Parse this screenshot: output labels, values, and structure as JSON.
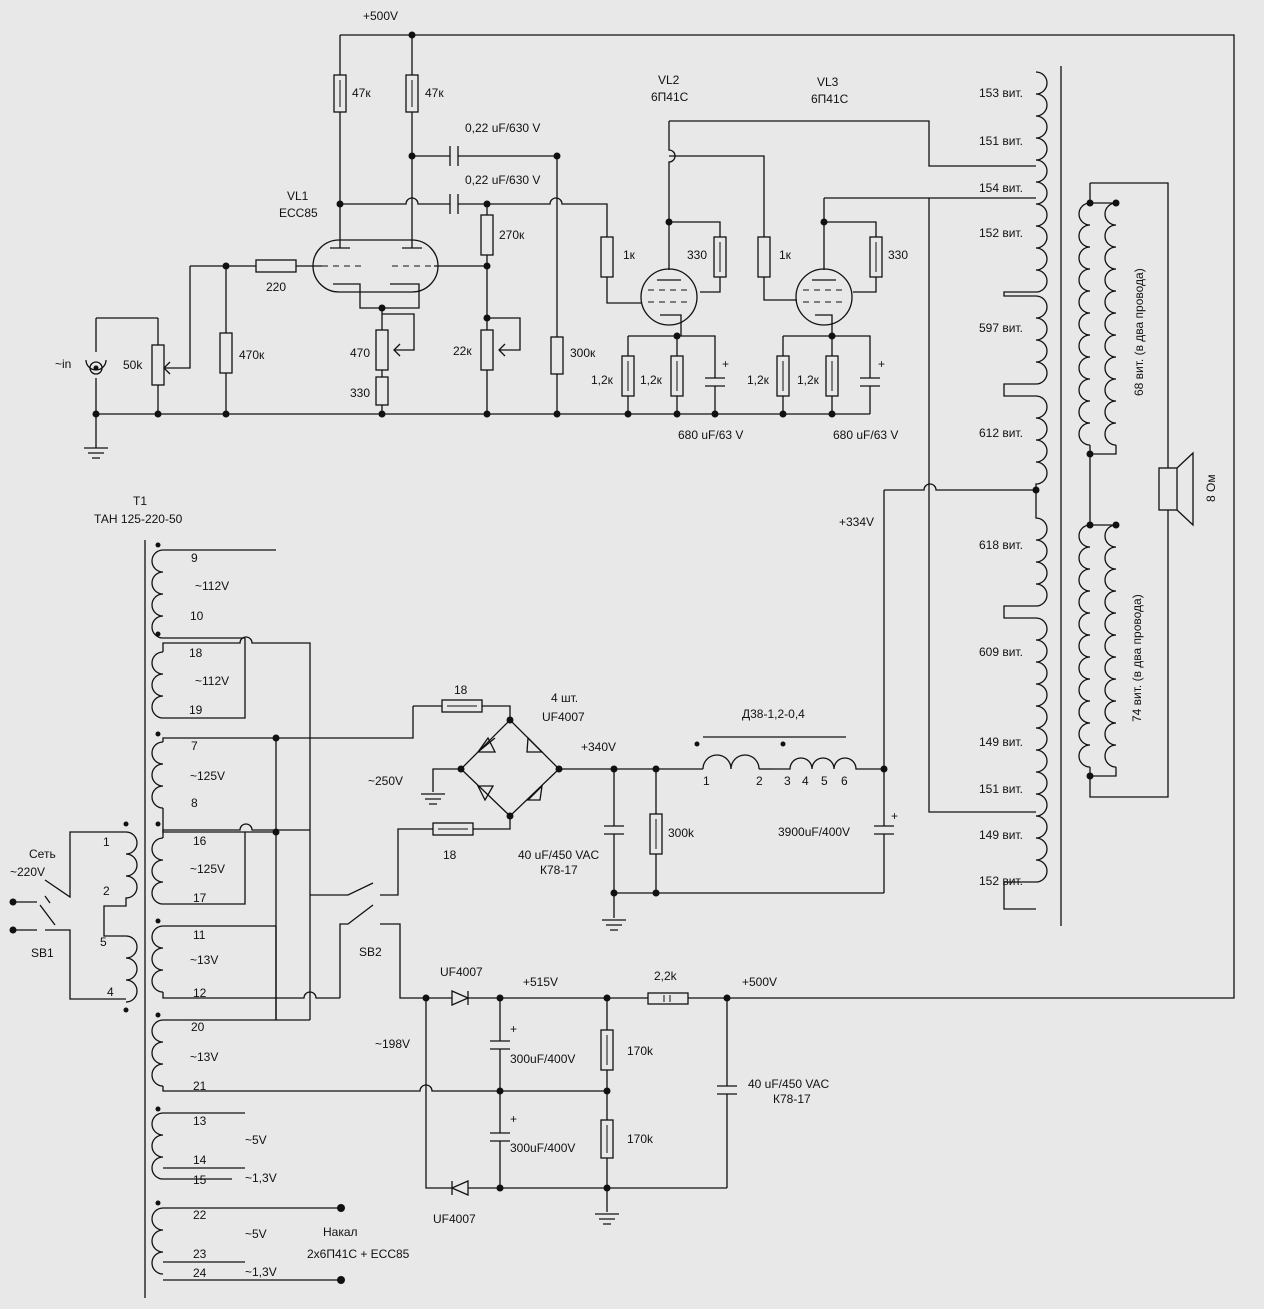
{
  "labels": {
    "v500_top": "+500V",
    "v500_right": "+500V",
    "v515": "+515V",
    "v340": "+340V",
    "v334": "+334V",
    "v250": "~250V",
    "v198": "~198V",
    "vl1": "VL1",
    "vl1_type": "ECC85",
    "vl2": "VL2",
    "vl2_type": "6П41С",
    "vl3": "VL3",
    "vl3_type": "6П41С",
    "r47k": "47к",
    "c022": "0,22 uF/630 V",
    "r270k": "270к",
    "r220": "220",
    "r470k": "470к",
    "r50k": "50k",
    "input": "~in",
    "p470": "470",
    "r330": "330",
    "p22k": "22к",
    "r300k": "300к",
    "r1k": "1к",
    "r12k": "1,2к",
    "c680": "680 uF/63 V",
    "t1": "T1",
    "t1_type": "ТАН 125-220-50",
    "mains": "Сеть",
    "mains_v": "~220V",
    "sb1": "SB1",
    "sb2": "SB2",
    "w112": "~112V",
    "w125": "~125V",
    "w13": "~13V",
    "w5": "~5V",
    "w13v": "~1,3V",
    "r18": "18",
    "bridge_qty": "4 шт.",
    "diode": "UF4007",
    "c40": "40 uF/450 VAC",
    "c40_type": "К78-17",
    "r300k_b": "300k",
    "choke": "Д38-1,2-0,4",
    "c3900": "3900uF/400V",
    "r22k": "2,2k",
    "c300": "300uF/400V",
    "r170k": "170k",
    "heater": "Накал",
    "heater_load": "2х6П41С + ECC85",
    "speaker": "8 Ом",
    "sec_top": "68 вит. (в два провода)",
    "sec_bot": "74 вит. (в два провода)",
    "plus": "+"
  },
  "pins_t1_primary": [
    "1",
    "2",
    "5",
    "4"
  ],
  "pins_t1_secondary": [
    "9",
    "10",
    "18",
    "19",
    "7",
    "8",
    "16",
    "17",
    "11",
    "12",
    "20",
    "21",
    "13",
    "14",
    "15",
    "22",
    "23",
    "24"
  ],
  "pins_choke": [
    "1",
    "2",
    "3",
    "4",
    "5",
    "6"
  ],
  "ot_turns": [
    "153 вит.",
    "151 вит.",
    "154 вит.",
    "152 вит.",
    "597 вит.",
    "612 вит.",
    "618 вит.",
    "609 вит.",
    "149 вит.",
    "151 вит.",
    "149 вит.",
    "152 вит."
  ],
  "colors": {
    "background": "#e8e8e8",
    "line": "#111111"
  }
}
